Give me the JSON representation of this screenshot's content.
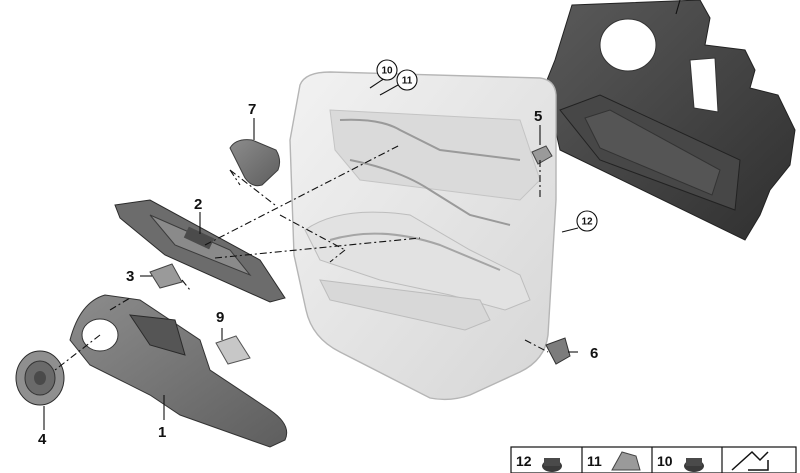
{
  "callouts": {
    "c1": "1",
    "c2": "2",
    "c3": "3",
    "c4": "4",
    "c5": "5",
    "c6": "6",
    "c7": "7",
    "c9": "9",
    "c10": "10",
    "c11": "11",
    "c12": "12"
  },
  "legend": {
    "item12": "12",
    "item11": "11",
    "item10": "10"
  },
  "icons": {
    "legend_last_cell": "arrow-symbol-icon"
  }
}
